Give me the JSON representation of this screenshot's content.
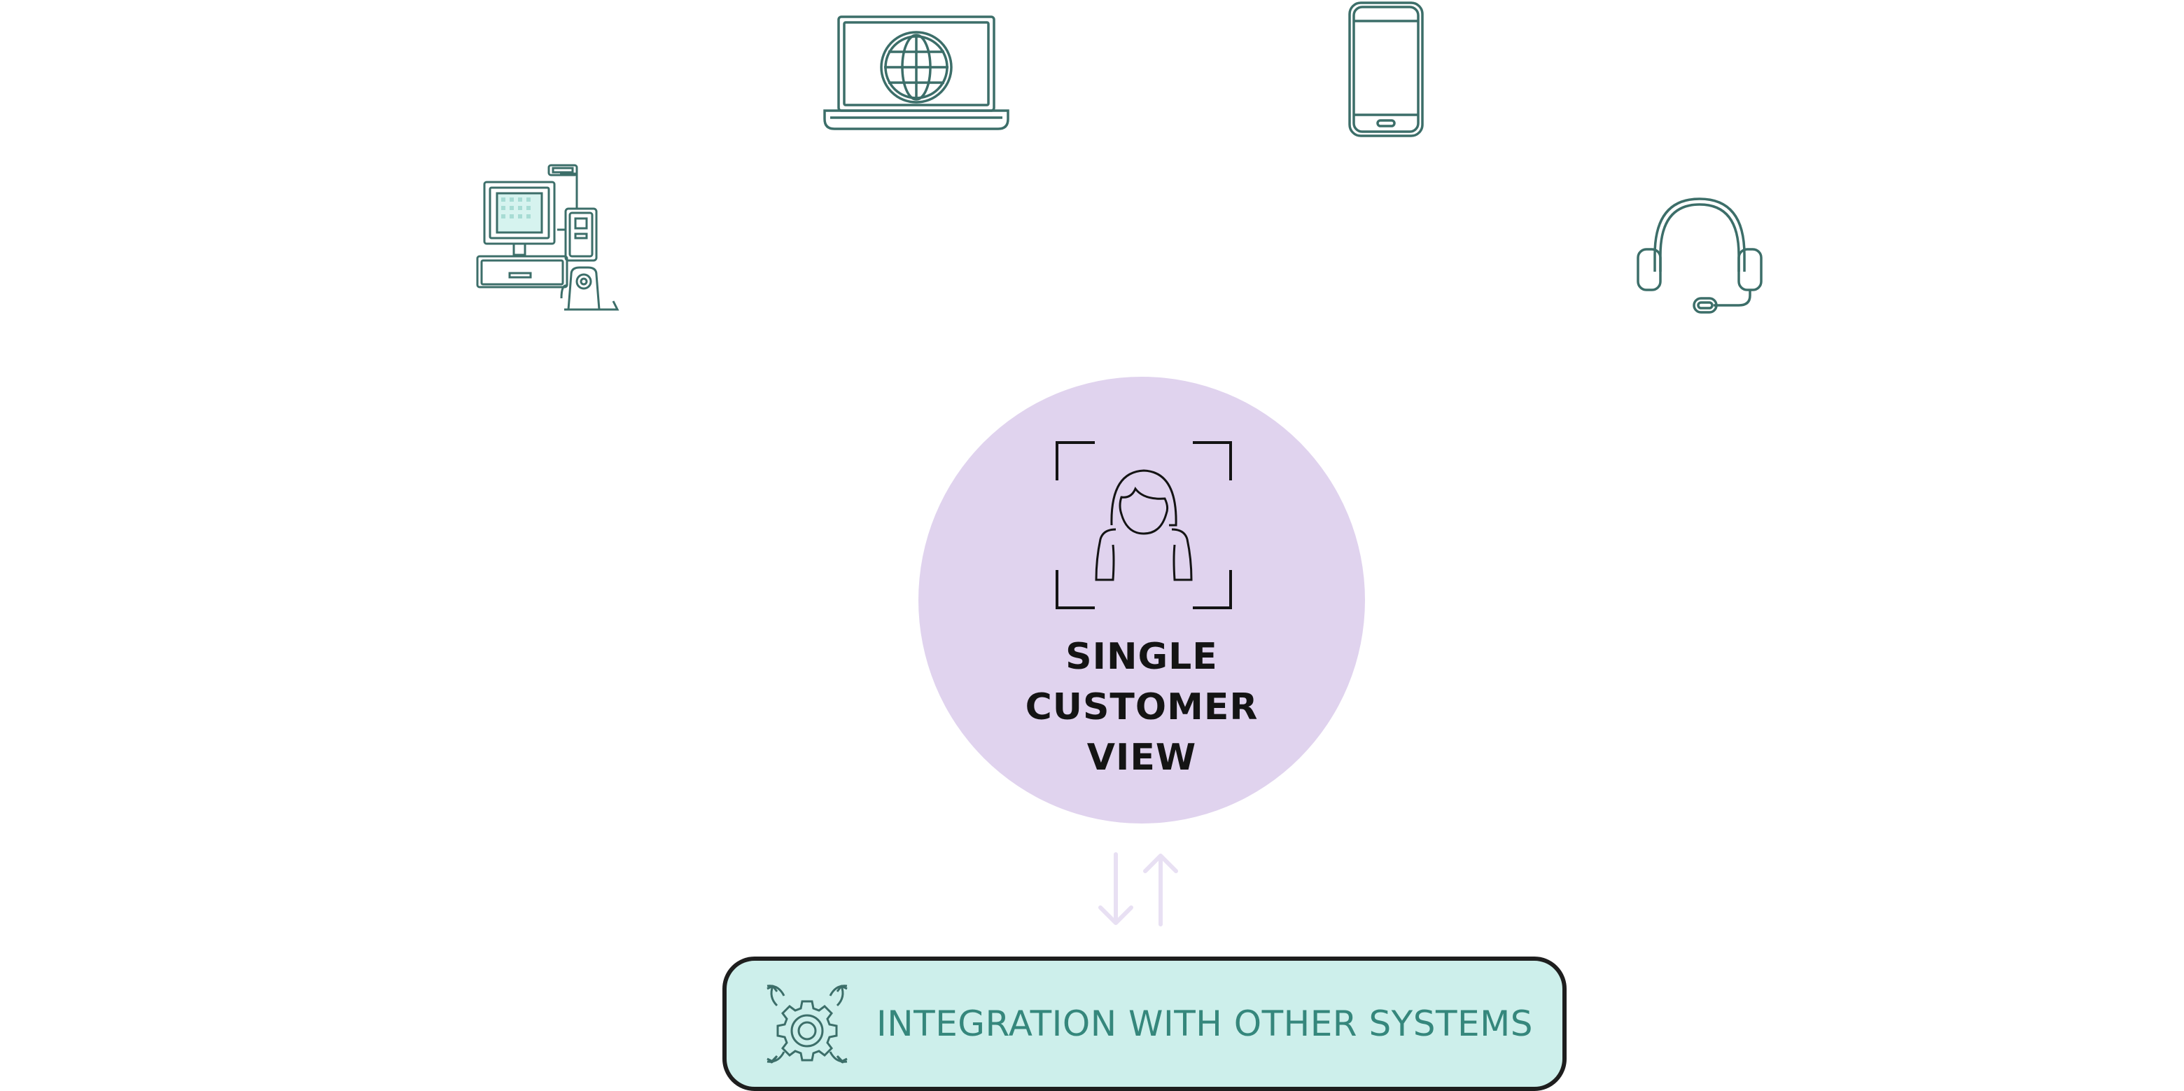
{
  "center": {
    "title_lines": [
      "SINGLE",
      "CUSTOMER",
      "VIEW"
    ],
    "icon": "customer-profile-icon"
  },
  "integration": {
    "label": "INTEGRATION WITH OTHER SYSTEMS",
    "icon": "gear-arrows-icon"
  },
  "connector": {
    "icon": "bidirectional-arrows-icon"
  },
  "channels": [
    {
      "icon": "pos-terminal-icon"
    },
    {
      "icon": "laptop-globe-icon"
    },
    {
      "icon": "smartphone-icon"
    },
    {
      "icon": "headset-icon"
    }
  ],
  "colors": {
    "icon_stroke": "#3c6e69",
    "circle_fill": "#e0d3ee",
    "box_fill": "#cdefeb",
    "box_border": "#1e1e1e",
    "label_text": "#35877c",
    "arrow": "#e8e0f3"
  }
}
